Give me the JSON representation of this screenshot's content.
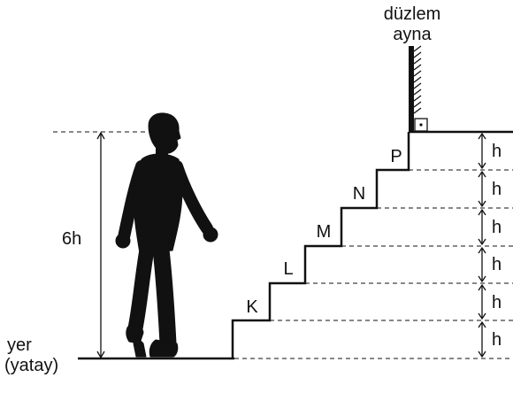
{
  "mirror": {
    "line1": "düzlem",
    "line2": "ayna"
  },
  "height_label": "6h",
  "ground": {
    "line1": "yer",
    "line2": "(yatay)"
  },
  "steps": [
    "K",
    "L",
    "M",
    "N",
    "P"
  ],
  "step_height_label": "h",
  "colors": {
    "ink": "#111111"
  }
}
